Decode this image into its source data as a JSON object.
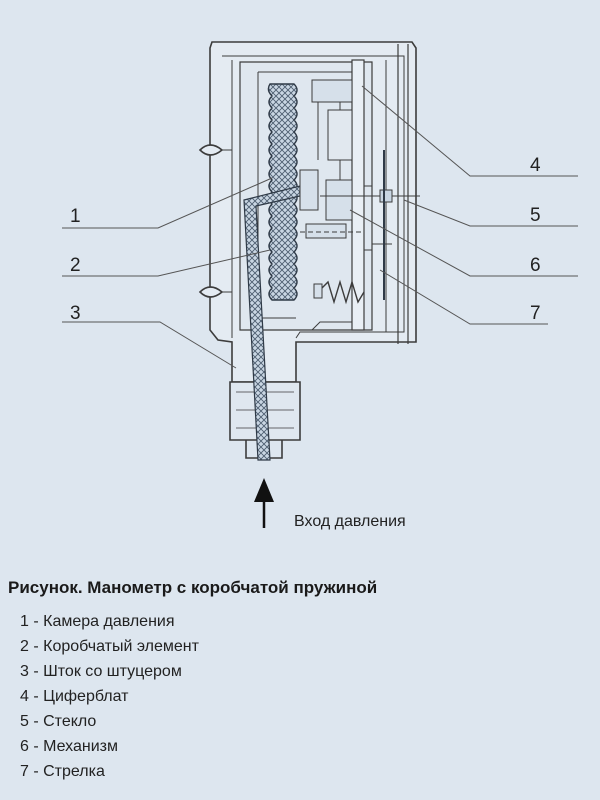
{
  "diagram": {
    "callouts": [
      "1",
      "2",
      "3",
      "4",
      "5",
      "6",
      "7"
    ],
    "inlet_label": "Вход давления"
  },
  "caption": {
    "title": "Рисунок. Манометр с коробчатой пружиной",
    "items": [
      "1 - Камера давления",
      "2 - Коробчатый элемент",
      "3 - Шток со штуцером",
      "4 - Циферблат",
      "5 - Стекло",
      "6 - Механизм",
      "7 - Стрелка"
    ]
  }
}
